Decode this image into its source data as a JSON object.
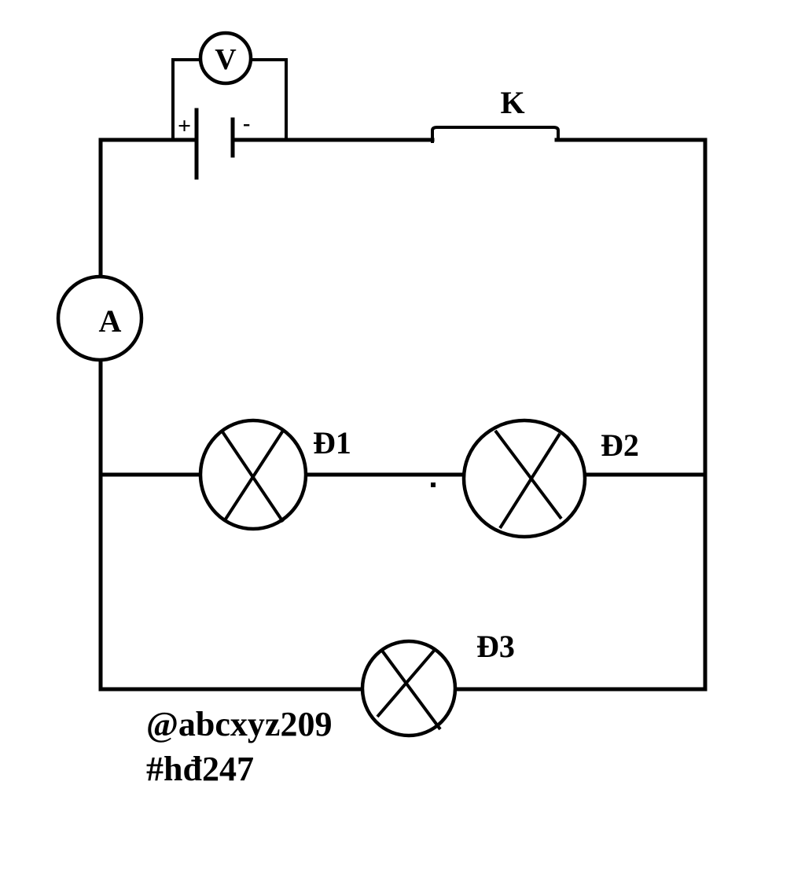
{
  "circuit": {
    "voltmeter_label": "V",
    "ammeter_label": "A",
    "switch_label": "K",
    "battery_plus": "+",
    "battery_minus": "-",
    "lamps": [
      {
        "label": "Đ1"
      },
      {
        "label": "Đ2"
      },
      {
        "label": "Đ3"
      }
    ]
  },
  "watermark": {
    "line1": "@abcxyz209",
    "line2": "#hđ247"
  }
}
